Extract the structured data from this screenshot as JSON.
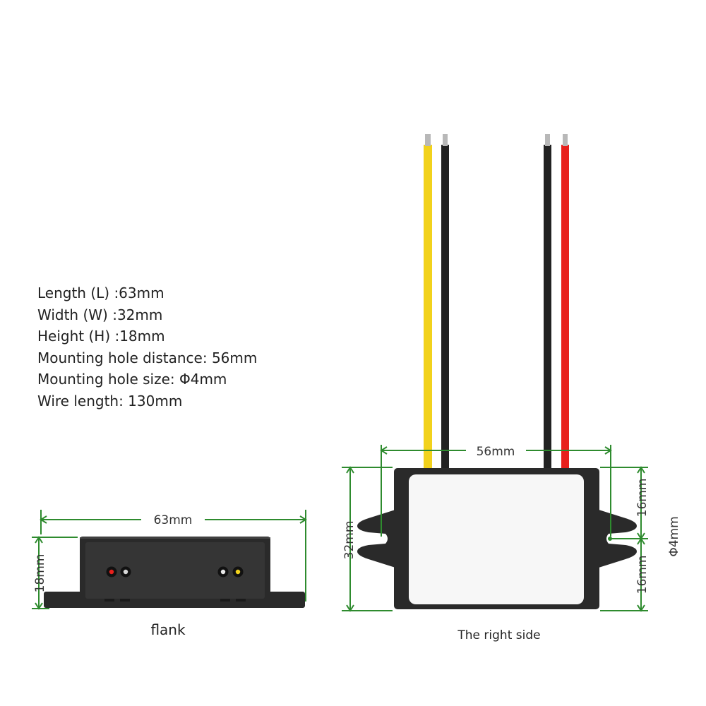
{
  "specs": [
    "Length (L) :63mm",
    "Width (W) :32mm",
    "Height (H) :18mm",
    "Mounting hole distance: 56mm",
    "Mounting hole size: Φ4mm",
    "Wire length: 130mm"
  ],
  "flank": {
    "caption": "flank",
    "length_label": "63mm",
    "height_label": "18mm"
  },
  "right_side": {
    "caption": "The right side",
    "hole_distance_label": "56mm",
    "width_label": "32mm",
    "upper_half_label": "16mm",
    "lower_half_label": "16mm",
    "hole_size_label": "Φ4mm"
  },
  "colors": {
    "dimension_line": "#2e8b2e",
    "housing": "#2a2a2a",
    "label_plate": "#f7f7f7",
    "wire_yellow": "#f2d21c",
    "wire_black": "#222222",
    "wire_red": "#e8201c",
    "wire_tip": "#b8b8b8"
  }
}
